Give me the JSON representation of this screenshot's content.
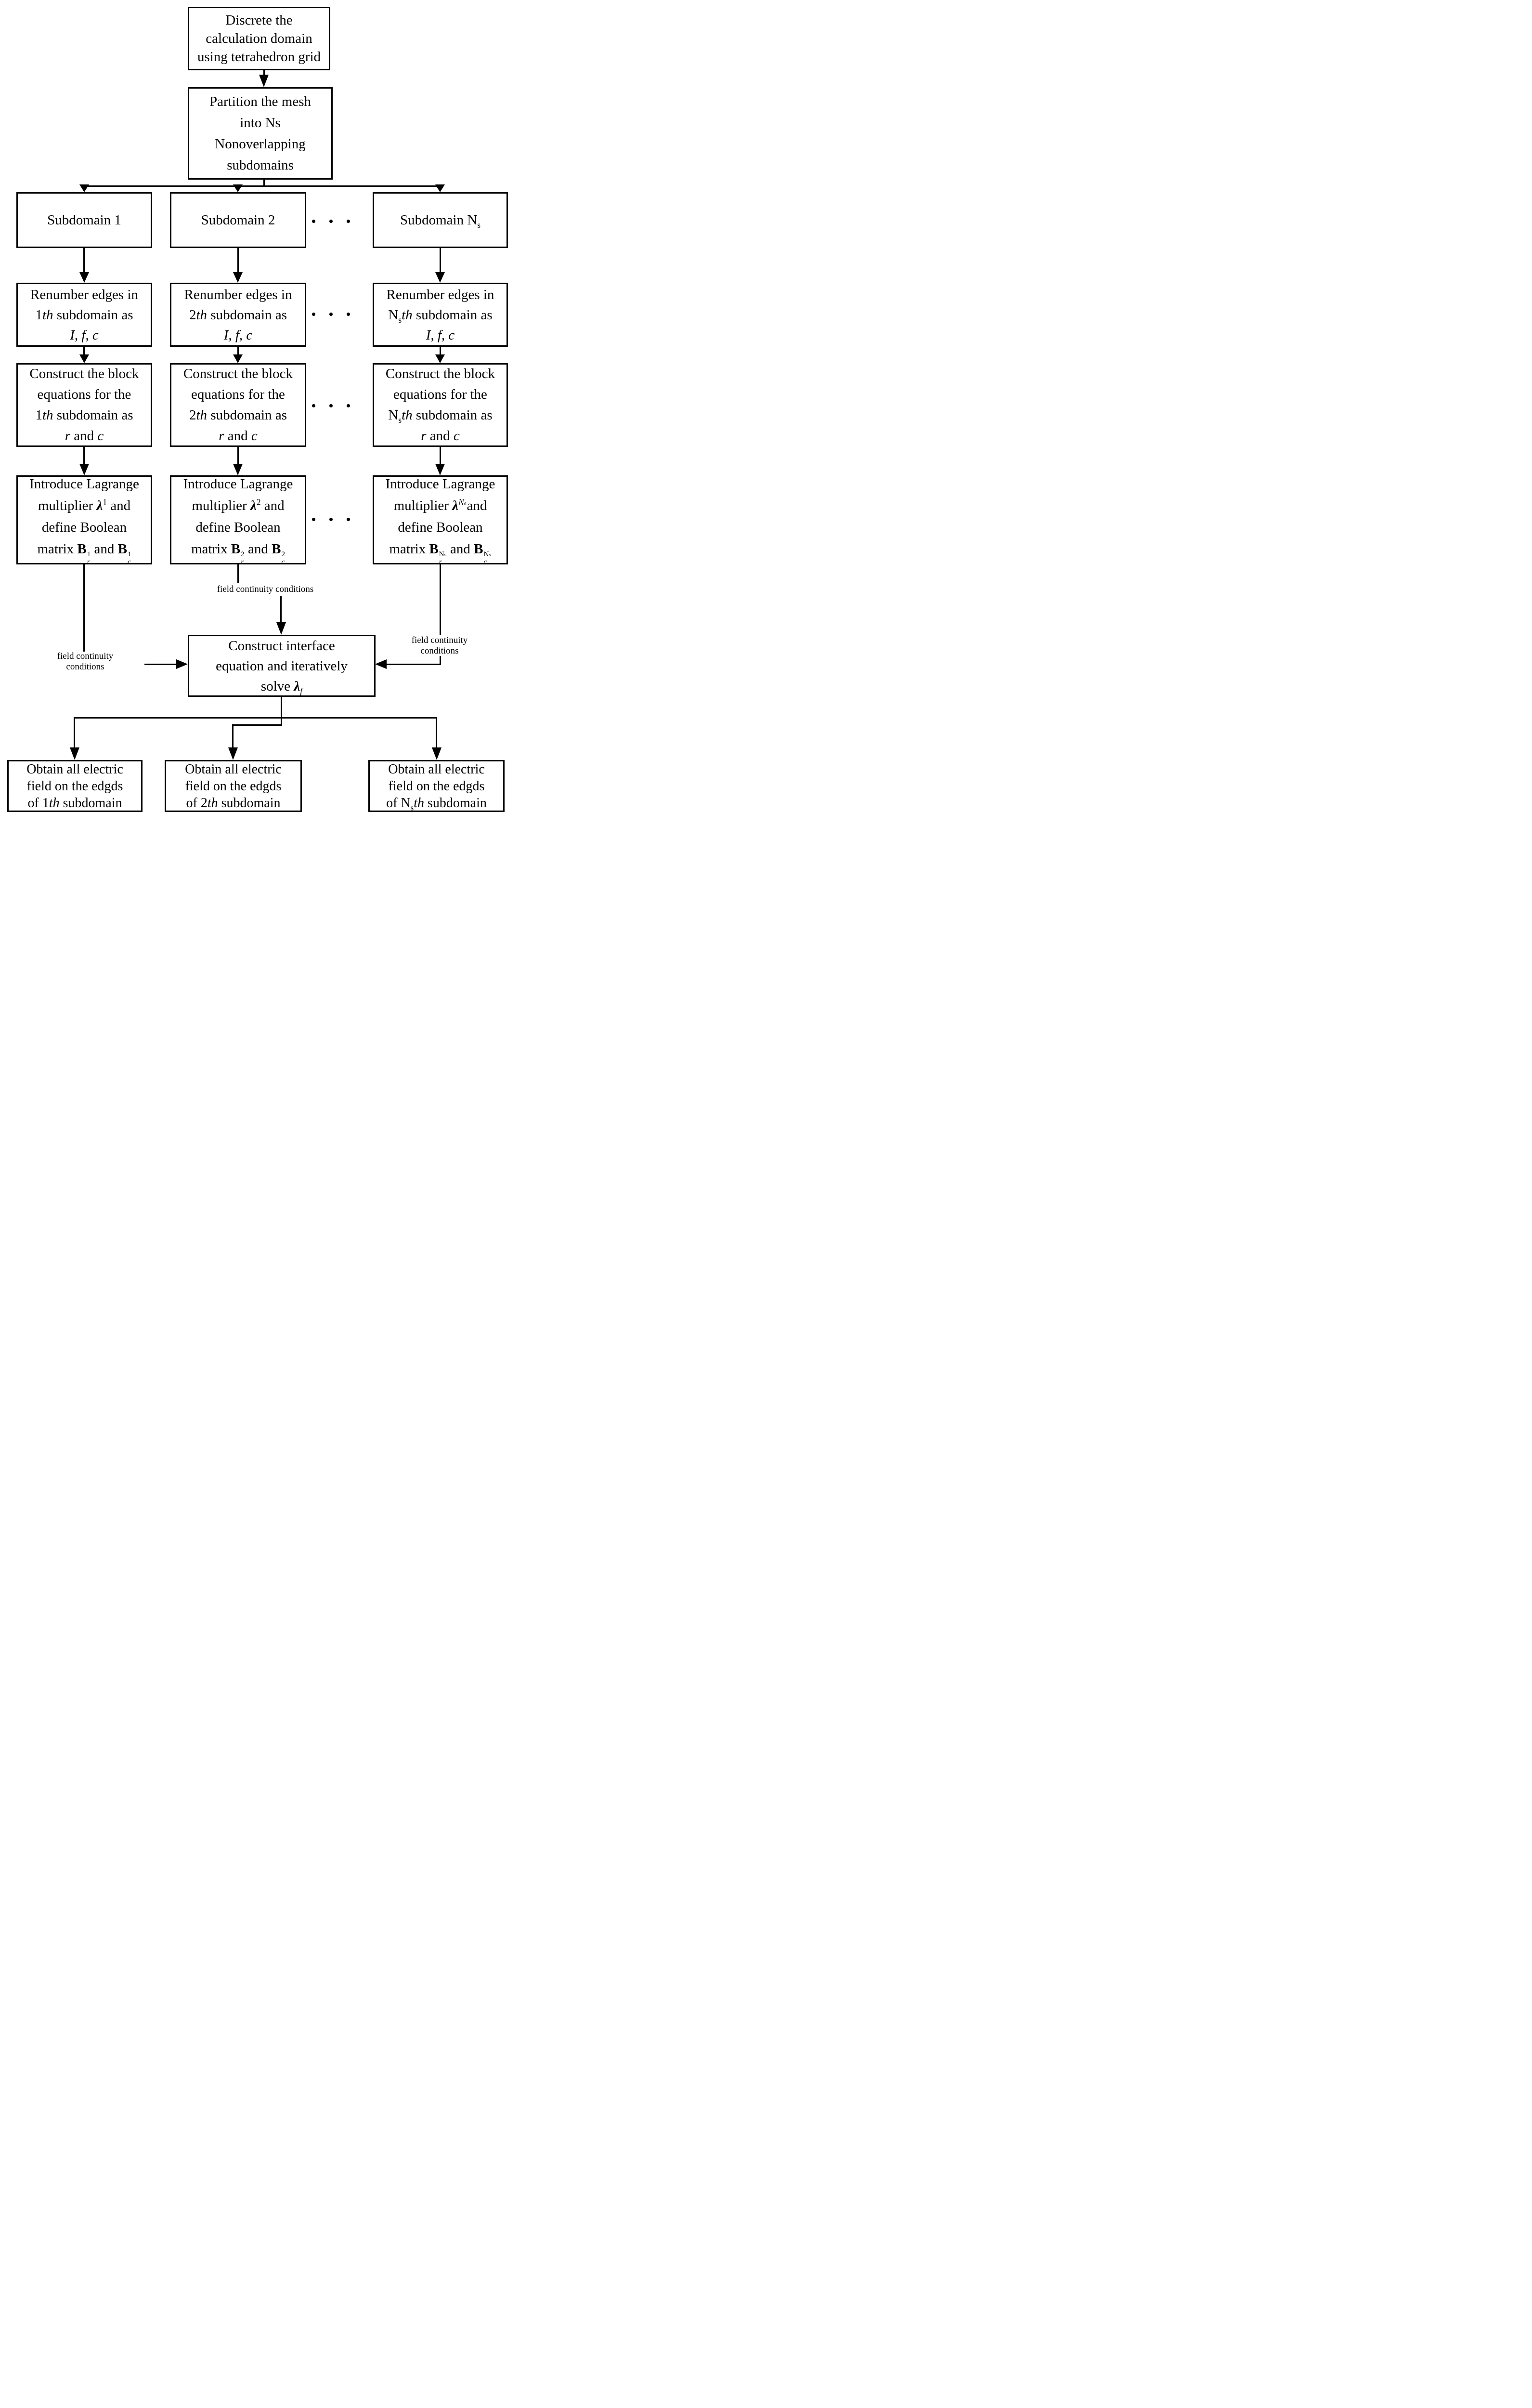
{
  "canvas": {
    "background": "#ffffff",
    "line_color": "#000000"
  },
  "ellipsis": "· · ·",
  "boxes": {
    "discrete": {
      "lines": [
        "Discrete the",
        "calculation domain",
        "using tetrahedron grid"
      ]
    },
    "partition": {
      "lines": [
        "Partition the mesh",
        "into Ns",
        "Nonoverlapping",
        "subdomains"
      ]
    },
    "sub1": {
      "lines": [
        "Subdomain 1"
      ]
    },
    "sub2": {
      "lines": [
        "Subdomain 2"
      ]
    },
    "sub3": {
      "lines": [
        [
          {
            "t": "Subdomain N"
          },
          {
            "t": "s",
            "v": "sub"
          }
        ]
      ]
    },
    "ren1": {
      "lines": [
        "Renumber edges in",
        [
          {
            "t": "1"
          },
          {
            "t": "th",
            "i": 1
          },
          {
            "t": " subdomain as"
          }
        ],
        [
          {
            "t": "I, f, c",
            "i": 1
          }
        ]
      ]
    },
    "ren2": {
      "lines": [
        "Renumber edges in",
        [
          {
            "t": "2"
          },
          {
            "t": "th",
            "i": 1
          },
          {
            "t": " subdomain  as"
          }
        ],
        [
          {
            "t": "I, f, c",
            "i": 1
          }
        ]
      ]
    },
    "ren3": {
      "lines": [
        "Renumber edges in",
        [
          {
            "t": "N"
          },
          {
            "t": "s",
            "v": "sub"
          },
          {
            "t": "th",
            "i": 1
          },
          {
            "t": " subdomain  as"
          }
        ],
        [
          {
            "t": "I, f, c",
            "i": 1
          }
        ]
      ]
    },
    "con1": {
      "lines": [
        "Construct the block",
        "equations for the",
        [
          {
            "t": "1"
          },
          {
            "t": "th",
            "i": 1
          },
          {
            "t": " subdomain as"
          }
        ],
        [
          {
            "t": "r",
            "i": 1
          },
          {
            "t": " and "
          },
          {
            "t": "c",
            "i": 1
          }
        ]
      ]
    },
    "con2": {
      "lines": [
        "Construct the block",
        "equations for the",
        [
          {
            "t": "2"
          },
          {
            "t": "th",
            "i": 1
          },
          {
            "t": " subdomain as"
          }
        ],
        [
          {
            "t": "r",
            "i": 1
          },
          {
            "t": " and "
          },
          {
            "t": "c",
            "i": 1
          }
        ]
      ]
    },
    "con3": {
      "lines": [
        "Construct the block",
        "equations for the",
        [
          {
            "t": "N"
          },
          {
            "t": "s",
            "v": "sub"
          },
          {
            "t": "th",
            "i": 1
          },
          {
            "t": " subdomain as"
          }
        ],
        [
          {
            "t": "r",
            "i": 1
          },
          {
            "t": " and "
          },
          {
            "t": "c",
            "i": 1
          }
        ]
      ]
    },
    "lag1": {
      "lines": [
        "Introduce Lagrange",
        [
          {
            "t": "multiplier "
          },
          {
            "t": "λ",
            "i": 1,
            "b": 1
          },
          {
            "t": "1",
            "v": "sup"
          },
          {
            "t": " and"
          }
        ],
        "define Boolean",
        [
          {
            "t": "matrix "
          },
          {
            "t": "B",
            "b": 1,
            "sup": "1",
            "sub": "r"
          },
          {
            "t": " and "
          },
          {
            "t": "B",
            "b": 1,
            "sup": "1",
            "sub": "c"
          }
        ]
      ]
    },
    "lag2": {
      "lines": [
        "Introduce Lagrange",
        [
          {
            "t": "multiplier "
          },
          {
            "t": "λ",
            "i": 1,
            "b": 1
          },
          {
            "t": "2",
            "v": "sup"
          },
          {
            "t": " and"
          }
        ],
        "define Boolean",
        [
          {
            "t": "matrix "
          },
          {
            "t": "B",
            "b": 1,
            "sup": "2",
            "sub": "r"
          },
          {
            "t": " and "
          },
          {
            "t": "B",
            "b": 1,
            "sup": "2",
            "sub": "c"
          }
        ]
      ]
    },
    "lag3": {
      "lines": [
        "Introduce Lagrange",
        [
          {
            "t": "multiplier "
          },
          {
            "t": "λ",
            "i": 1,
            "b": 1
          },
          {
            "t": "Nₛ",
            "v": "sup",
            "i": 1
          },
          {
            "t": "and"
          }
        ],
        "define Boolean",
        [
          {
            "t": "matrix "
          },
          {
            "t": "B",
            "b": 1,
            "sup": "Nₛ",
            "sub": "r"
          },
          {
            "t": " and "
          },
          {
            "t": "B",
            "b": 1,
            "sup": "Nₛ",
            "sub": "c"
          }
        ]
      ]
    },
    "central": {
      "lines": [
        "Construct interface",
        "equation and iteratively",
        [
          {
            "t": "solve "
          },
          {
            "t": "λ",
            "i": 1,
            "b": 1
          },
          {
            "t": "f",
            "v": "sub",
            "i": 1
          }
        ]
      ]
    },
    "bot1": {
      "lines": [
        "Obtain all electric",
        "field on the edgds",
        [
          {
            "t": "of 1"
          },
          {
            "t": "th",
            "i": 1
          },
          {
            "t": " subdomain"
          }
        ]
      ]
    },
    "bot2": {
      "lines": [
        "Obtain all electric",
        "field on the edgds",
        [
          {
            "t": "of 2"
          },
          {
            "t": "th",
            "i": 1
          },
          {
            "t": " subdomain"
          }
        ]
      ]
    },
    "bot3": {
      "lines": [
        "Obtain all electric",
        "field on the edgds",
        [
          {
            "t": "of N"
          },
          {
            "t": "s",
            "v": "sub"
          },
          {
            "t": "th",
            "i": 1
          },
          {
            "t": " subdomain"
          }
        ]
      ]
    }
  },
  "labels": {
    "left": {
      "lines": [
        "field continuity",
        "conditions"
      ]
    },
    "mid": {
      "lines": [
        "field continuity conditions"
      ]
    },
    "right": {
      "lines": [
        "field continuity",
        "conditions"
      ]
    }
  }
}
